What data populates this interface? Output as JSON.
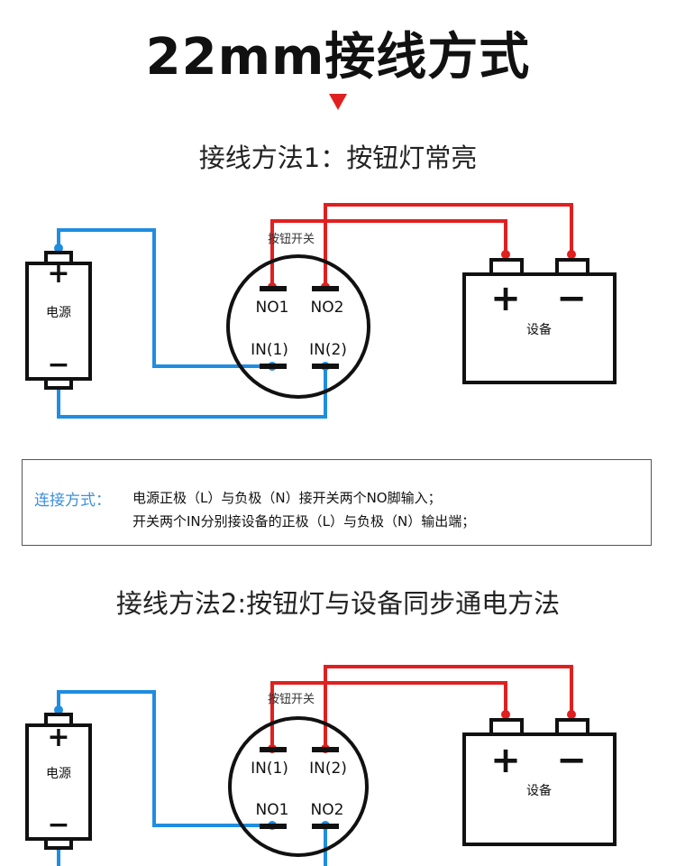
{
  "title": "22mm接线方式",
  "colors": {
    "red": "#e02020",
    "blue": "#1f8de0",
    "black": "#111111",
    "label_blue": "#3b8fe0"
  },
  "method1": {
    "heading": "接线方法1：按钮灯常亮",
    "power_label": "电源",
    "switch_label": "按钮开关",
    "device_label": "设备",
    "pin_top_left": "NO1",
    "pin_top_right": "NO2",
    "pin_bottom_left": "IN(1)",
    "pin_bottom_right": "IN(2)",
    "plus": "+",
    "minus": "−"
  },
  "connection_method": {
    "label": "连接方式：",
    "line1": "电源正极（L）与负极（N）接开关两个NO脚输入；",
    "line2": "开关两个IN分别接设备的正极（L）与负极（N）输出端；"
  },
  "method2": {
    "heading": "接线方法2:按钮灯与设备同步通电方法",
    "power_label": "电源",
    "switch_label": "按钮开关",
    "device_label": "设备",
    "pin_top_left": "IN(1)",
    "pin_top_right": "IN(2)",
    "pin_bottom_left": "NO1",
    "pin_bottom_right": "NO2",
    "plus": "+",
    "minus": "−"
  }
}
